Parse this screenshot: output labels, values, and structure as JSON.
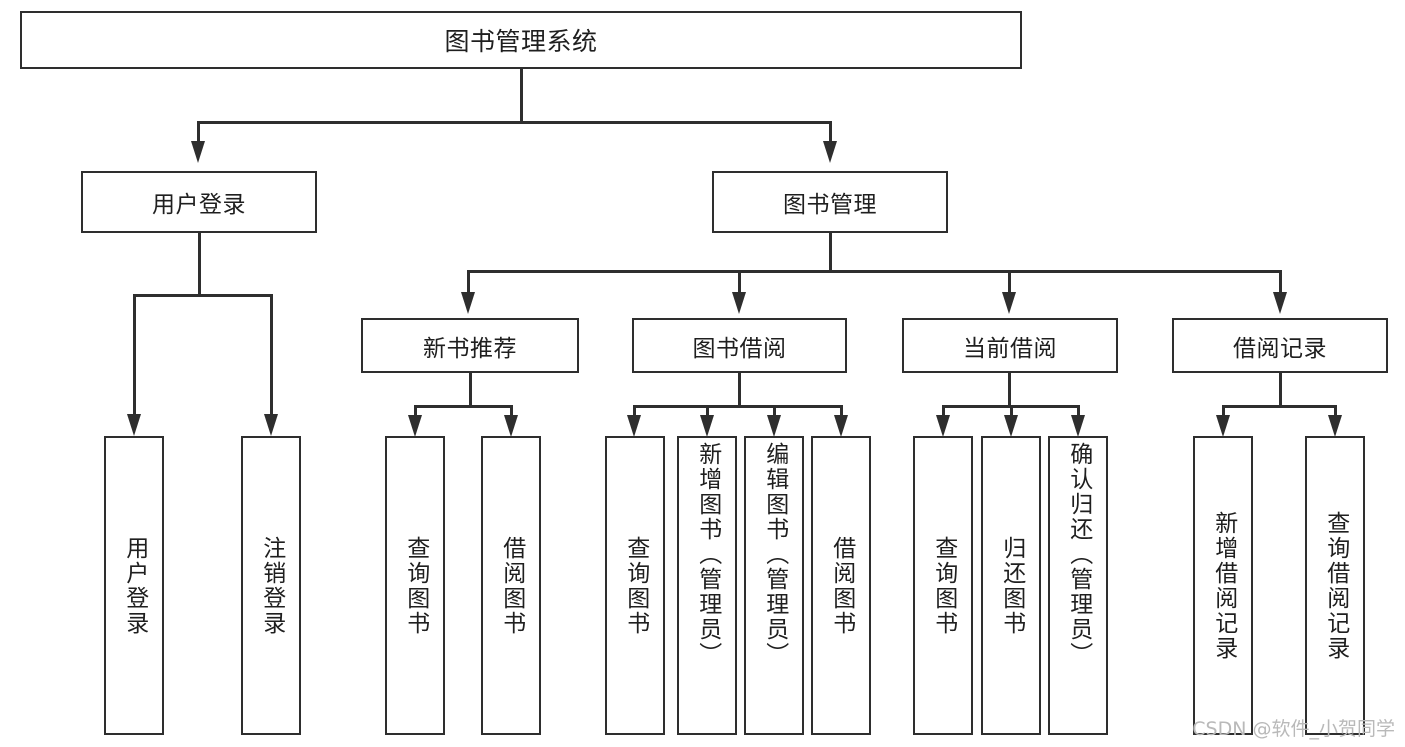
{
  "diagram": {
    "title": "图书管理系统",
    "type": "tree-hierarchy",
    "root": {
      "label": "图书管理系统"
    },
    "level2": [
      {
        "label": "用户登录"
      },
      {
        "label": "图书管理"
      }
    ],
    "level3": [
      {
        "label": "新书推荐",
        "parent": "图书管理"
      },
      {
        "label": "图书借阅",
        "parent": "图书管理"
      },
      {
        "label": "当前借阅",
        "parent": "图书管理"
      },
      {
        "label": "借阅记录",
        "parent": "图书管理"
      }
    ],
    "leaves": {
      "user_login": [
        {
          "label": "用户登录"
        },
        {
          "label": "注销登录"
        }
      ],
      "new_book_recommend": [
        {
          "label": "查询图书"
        },
        {
          "label": "借阅图书"
        }
      ],
      "book_borrow": [
        {
          "label": "查询图书"
        },
        {
          "label": "新增图书（管理员）"
        },
        {
          "label": "编辑图书（管理员）"
        },
        {
          "label": "借阅图书"
        }
      ],
      "current_borrow": [
        {
          "label": "查询图书"
        },
        {
          "label": "归还图书"
        },
        {
          "label": "确认归还（管理员）"
        }
      ],
      "borrow_record": [
        {
          "label": "新增借阅记录"
        },
        {
          "label": "查询借阅记录"
        }
      ]
    }
  },
  "watermark": {
    "text": "CSDN @软件_小贺同学"
  },
  "colors": {
    "stroke": "#2e2e2e",
    "background": "#ffffff",
    "text": "#1f1f1f",
    "watermark": "#b9b9b9"
  }
}
